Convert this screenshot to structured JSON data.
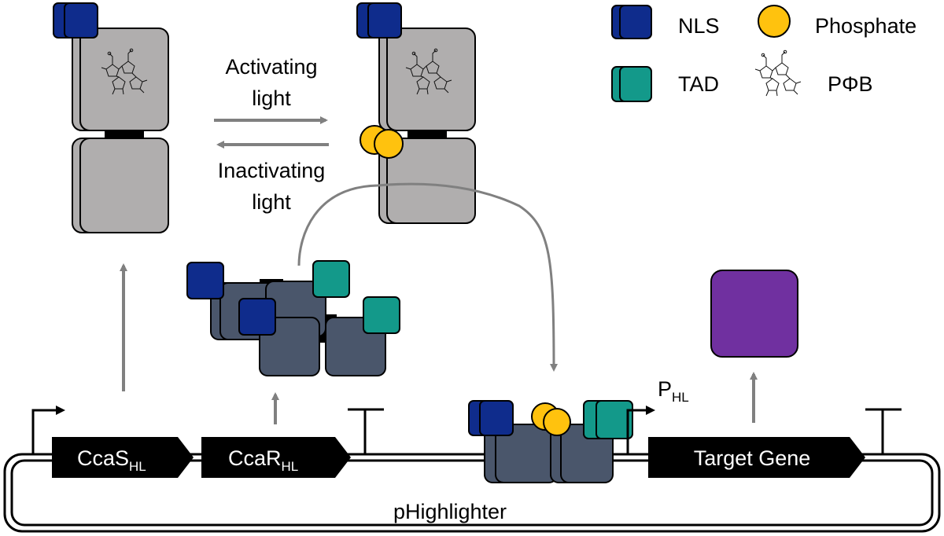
{
  "colors": {
    "nls": "#0f2c8c",
    "tad": "#13998a",
    "phosphate": "#ffc20e",
    "ccas_gray": "#b0aeae",
    "ccar_slate": "#4a566b",
    "target_protein": "#7030a0",
    "arrow_gray": "#808080",
    "black": "#000000"
  },
  "legend": {
    "nls_label": "NLS",
    "phosphate_label": "Phosphate",
    "tad_label": "TAD",
    "pfb_label": "PΦB"
  },
  "transitions": {
    "activating_line1": "Activating",
    "activating_line2": "light",
    "inactivating_line1": "Inactivating",
    "inactivating_line2": "light"
  },
  "genes": {
    "ccas_main": "CcaS",
    "ccas_sub": "HL",
    "ccar_main": "CcaR",
    "ccar_sub": "HL",
    "target": "Target Gene"
  },
  "promoter": {
    "main": "P",
    "sub": "HL"
  },
  "plasmid_name": "pHighlighter",
  "icons": {
    "pfb": "chromophore-glyph",
    "phosphate": "circle",
    "nls": "square-stack",
    "tad": "square-stack"
  }
}
